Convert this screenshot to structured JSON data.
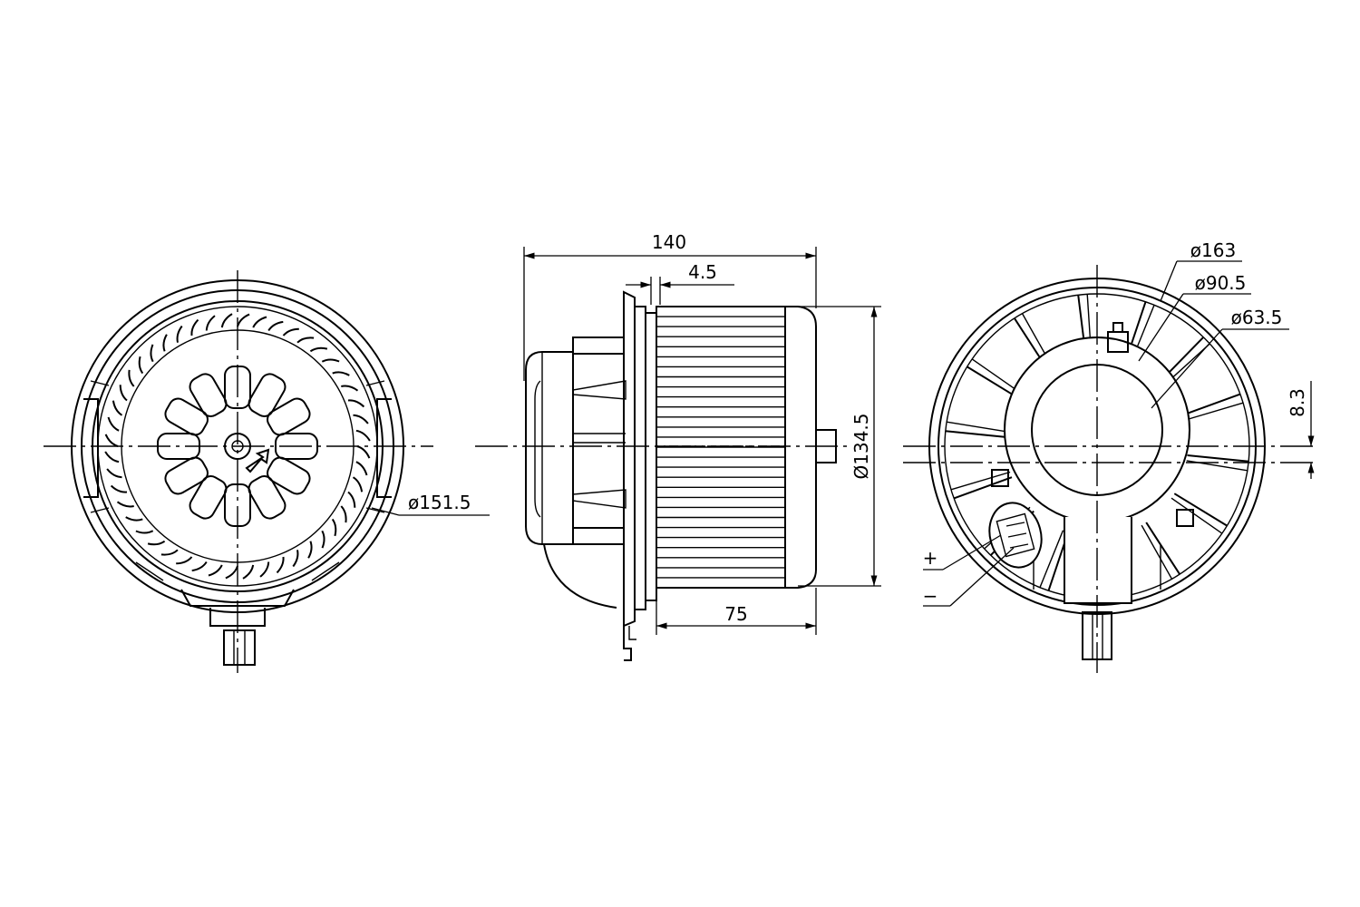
{
  "labels": {
    "front_diameter": "ø151.5",
    "overall_length": "140",
    "flange_thickness": "4.5",
    "side_diameter": "Ø134.5",
    "wheel_length": "75",
    "outer_diameter": "ø163",
    "hub_diameter": "ø90.5",
    "motor_diameter": "ø63.5",
    "offset": "8.3",
    "plus_terminal": "+",
    "minus_terminal": "−"
  }
}
